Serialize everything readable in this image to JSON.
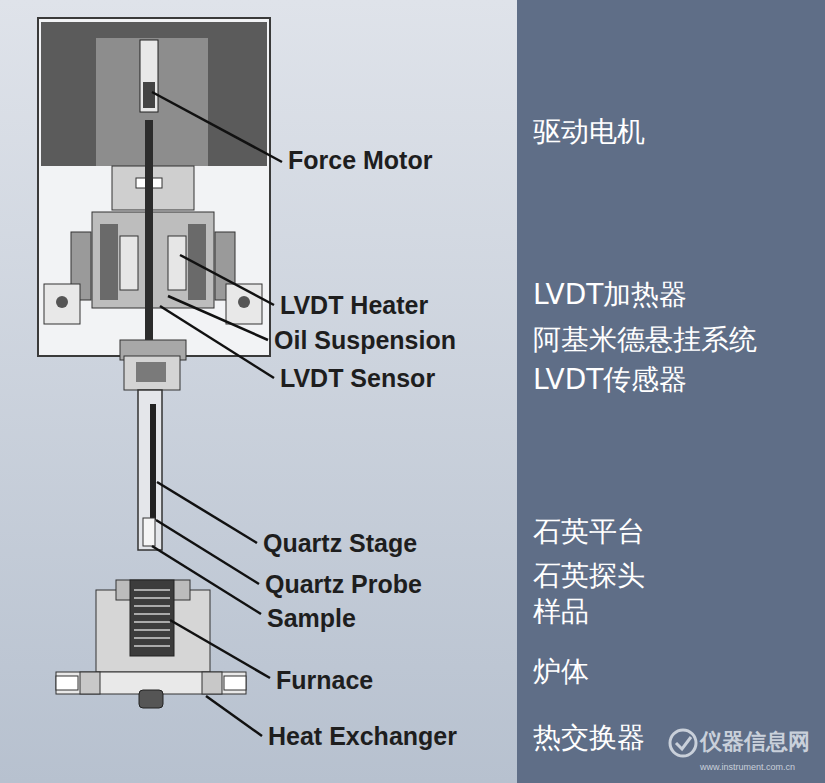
{
  "diagram": {
    "labels": [
      "Force Motor",
      "驱动电机",
      "LVDT Heater",
      "LVDT加热器",
      "Oil Suspension",
      "阿基米德悬挂系统",
      "LVDT Sensor",
      "LVDT传感器",
      "Quartz Stage",
      "石英平台",
      "Quartz Probe",
      "石英探头",
      "Sample",
      "样品",
      "Furnace",
      "炉体",
      "Heat Exchanger",
      "热交换器",
      "仪器信息网",
      "www.instrument.com.cn"
    ]
  }
}
